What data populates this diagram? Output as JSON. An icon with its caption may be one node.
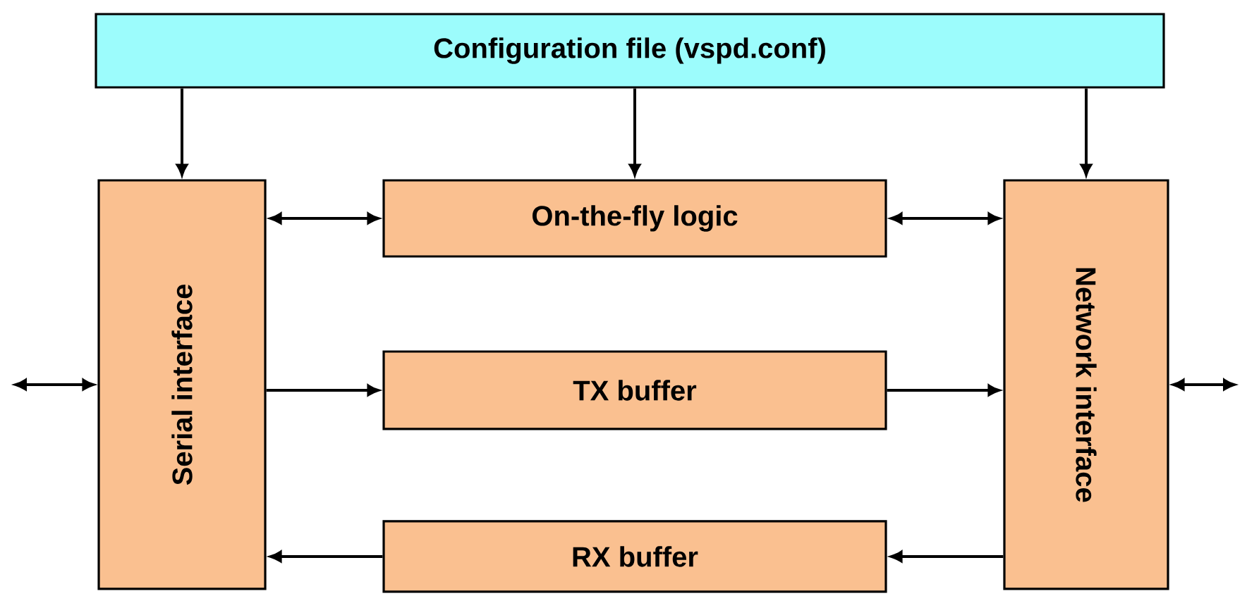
{
  "diagram": {
    "nodes": [
      {
        "text": [
          "Configuration file (vspd.conf)"
        ]
      },
      {
        "text": [
          "Serial interface"
        ]
      },
      {
        "text": [
          "On-the-fly logic"
        ]
      },
      {
        "text": [
          "Network interface"
        ]
      },
      {
        "text": [
          "TX buffer"
        ]
      },
      {
        "text": [
          "RX buffer"
        ]
      }
    ],
    "edges": [
      {
        "from": 0,
        "to": 1,
        "arrow": "to"
      },
      {
        "from": 0,
        "to": 2,
        "arrow": "to"
      },
      {
        "from": 0,
        "to": 3,
        "arrow": "to"
      },
      {
        "from": 1,
        "to": 2,
        "arrow": "both"
      },
      {
        "from": 2,
        "to": 3,
        "arrow": "both"
      },
      {
        "from": 1,
        "to": 4,
        "arrow": "to"
      },
      {
        "from": 4,
        "to": 3,
        "arrow": "to"
      },
      {
        "from": 3,
        "to": 5,
        "arrow": "to"
      },
      {
        "from": 5,
        "to": 1,
        "arrow": "to"
      },
      {
        "from": null,
        "to": 1,
        "arrow": "both"
      },
      {
        "from": 3,
        "to": null,
        "arrow": "both"
      }
    ]
  }
}
